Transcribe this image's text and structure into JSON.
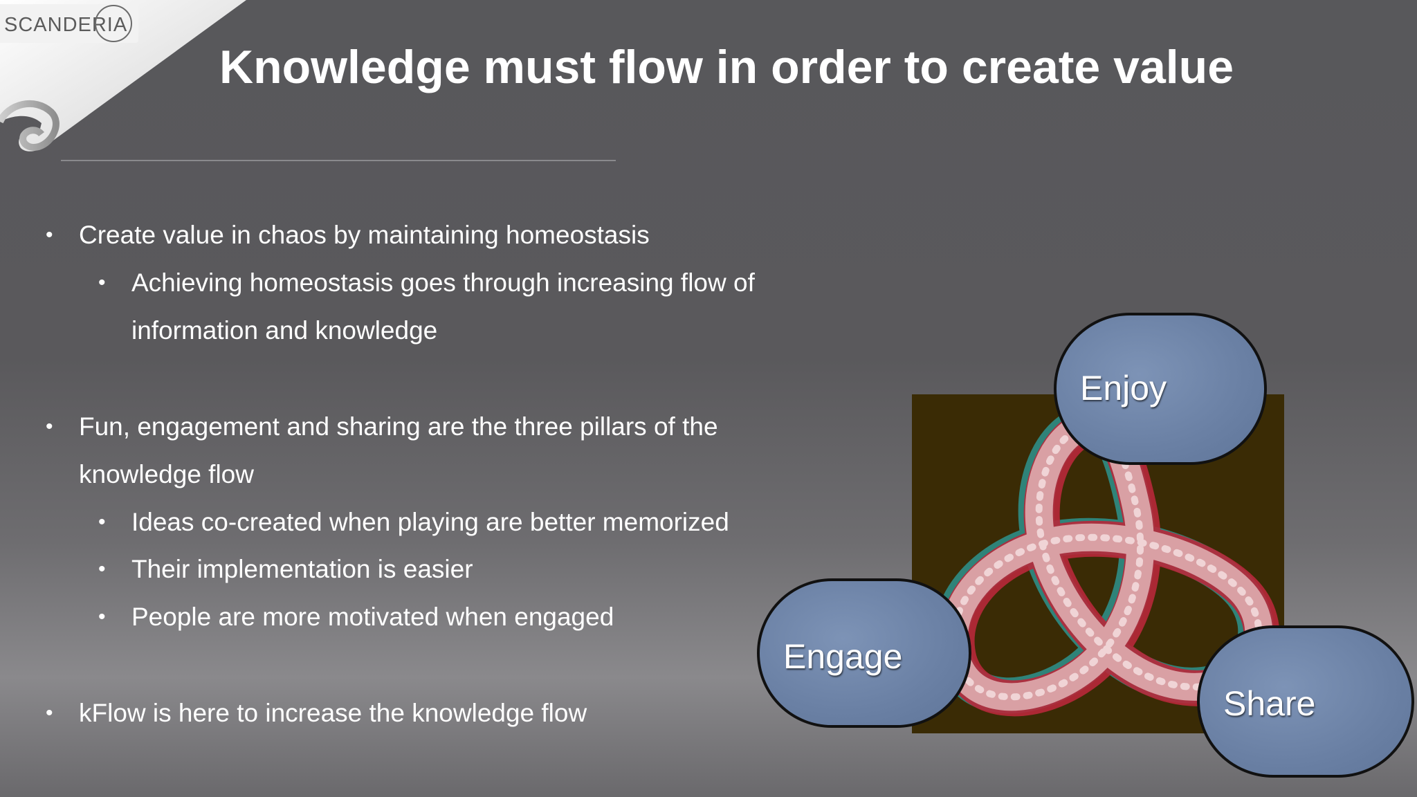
{
  "logo": {
    "text": "SCANDERIA"
  },
  "title": "Knowledge must flow in order to create value",
  "bullets": [
    {
      "level": 1,
      "text": "Create value in chaos by maintaining homeostasis"
    },
    {
      "level": 2,
      "text": "Achieving homeostasis goes through increasing flow of"
    },
    {
      "level": 2,
      "text": "information and knowledge",
      "continuation": true
    },
    {
      "level": 1,
      "text": "Fun, engagement and sharing are the three pillars of the"
    },
    {
      "level": 1,
      "text": "knowledge flow",
      "continuation": true
    },
    {
      "level": 2,
      "text": "Ideas co-created when playing are better memorized"
    },
    {
      "level": 2,
      "text": "Their implementation is easier"
    },
    {
      "level": 2,
      "text": "People are more motivated when engaged"
    },
    {
      "level": 1,
      "text": "kFlow is here to increase the knowledge flow"
    }
  ],
  "bullet_glyph": "•",
  "graphic": {
    "labels": {
      "enjoy": "Enjoy",
      "engage": "Engage",
      "share": "Share"
    },
    "colors": {
      "pill": "#6a80a4",
      "knot_background": "#3a2b05",
      "ring": "#d9a0a4"
    }
  }
}
